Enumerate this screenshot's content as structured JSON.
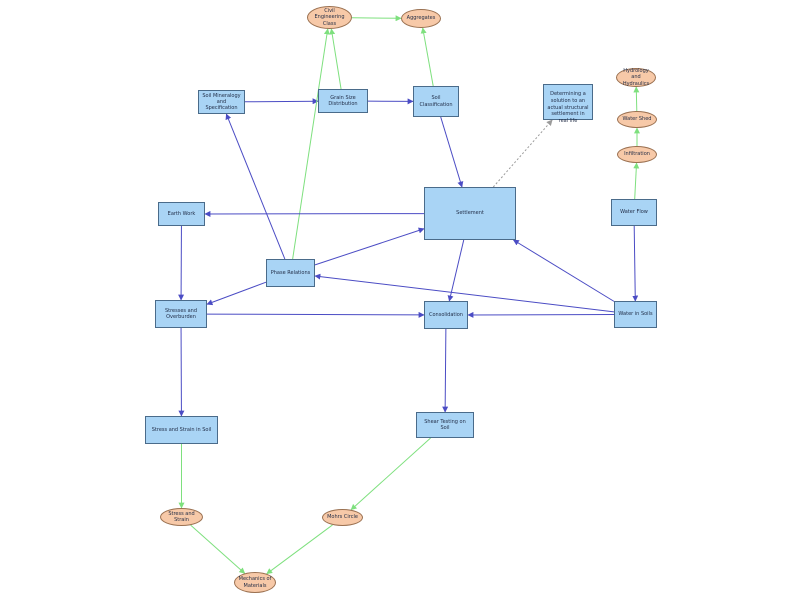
{
  "colors": {
    "blue_edge": "#4b4cc4",
    "green_edge": "#7ee07e",
    "dashed_edge": "#9a9a9a",
    "box_fill": "#a9d4f5",
    "oval_fill": "#f7c9a8"
  },
  "nodes": {
    "civil_eng": "Civil Engineering Class",
    "aggregates": "Aggregates",
    "soil_mineralogy": "Soil Mineralogy and Specification",
    "grain_size": "Grain Size Distribution",
    "soil_classification": "Soil Classification",
    "determining": "Determining a solution to an actual structural settlement in real life",
    "hydrology": "Hydrology and Hydraulics",
    "water_shed": "Water Shed",
    "infiltration": "Infiltration",
    "earth_work": "Earth Work",
    "settlement": "Settlement",
    "water_flow": "Water Flow",
    "phase_relations": "Phase Relations",
    "stresses_overburden": "Stresses and Overburden",
    "consolidation": "Consolidation",
    "water_in_soils": "Water in Soils",
    "stress_strain_soil": "Stress and Strain in Soil",
    "shear_testing": "Shear Testing on Soil",
    "stress_strain": "Stress and Strain",
    "mohrs_circle": "Mohrs Circle",
    "mechanics": "Mechanics of Materials"
  },
  "edges": [
    {
      "from": "civil_eng",
      "to": "aggregates",
      "color": "green"
    },
    {
      "from": "soil_mineralogy",
      "to": "grain_size",
      "color": "blue"
    },
    {
      "from": "grain_size",
      "to": "soil_classification",
      "color": "blue"
    },
    {
      "from": "grain_size",
      "to": "civil_eng",
      "color": "green"
    },
    {
      "from": "phase_relations",
      "to": "civil_eng",
      "color": "green"
    },
    {
      "from": "soil_classification",
      "to": "aggregates",
      "color": "green"
    },
    {
      "from": "soil_classification",
      "to": "settlement",
      "color": "blue"
    },
    {
      "from": "settlement",
      "to": "determining",
      "color": "dashed"
    },
    {
      "from": "settlement",
      "to": "earth_work",
      "color": "blue"
    },
    {
      "from": "settlement",
      "to": "consolidation",
      "color": "blue"
    },
    {
      "from": "phase_relations",
      "to": "soil_mineralogy",
      "color": "blue"
    },
    {
      "from": "phase_relations",
      "to": "settlement",
      "color": "blue"
    },
    {
      "from": "phase_relations",
      "to": "stresses_overburden",
      "color": "blue"
    },
    {
      "from": "earth_work",
      "to": "stresses_overburden",
      "color": "blue"
    },
    {
      "from": "stresses_overburden",
      "to": "consolidation",
      "color": "blue"
    },
    {
      "from": "stresses_overburden",
      "to": "stress_strain_soil",
      "color": "blue"
    },
    {
      "from": "water_flow",
      "to": "water_in_soils",
      "color": "blue"
    },
    {
      "from": "water_flow",
      "to": "infiltration",
      "color": "green"
    },
    {
      "from": "infiltration",
      "to": "water_shed",
      "color": "green"
    },
    {
      "from": "water_shed",
      "to": "hydrology",
      "color": "green"
    },
    {
      "from": "water_in_soils",
      "to": "settlement",
      "color": "blue"
    },
    {
      "from": "water_in_soils",
      "to": "phase_relations",
      "color": "blue"
    },
    {
      "from": "water_in_soils",
      "to": "consolidation",
      "color": "blue"
    },
    {
      "from": "consolidation",
      "to": "shear_testing",
      "color": "blue"
    },
    {
      "from": "shear_testing",
      "to": "mohrs_circle",
      "color": "green"
    },
    {
      "from": "stress_strain_soil",
      "to": "stress_strain",
      "color": "green"
    },
    {
      "from": "stress_strain",
      "to": "mechanics",
      "color": "green"
    },
    {
      "from": "mohrs_circle",
      "to": "mechanics",
      "color": "green"
    }
  ]
}
